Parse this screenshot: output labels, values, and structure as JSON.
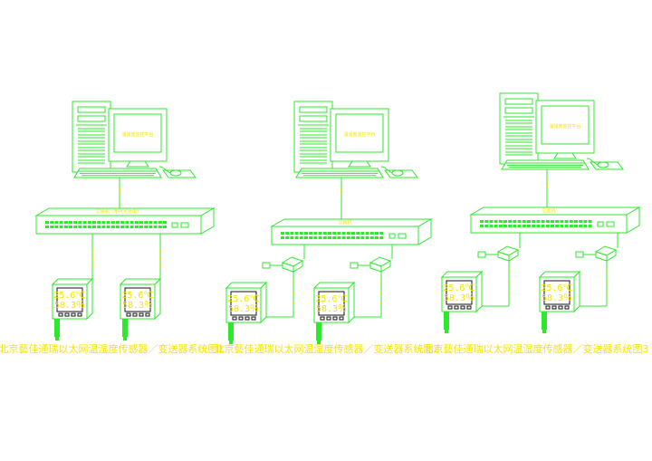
{
  "colors": {
    "line": "#2ee82e",
    "text": "#f5e400",
    "background": "#ffffff"
  },
  "panels": [
    {
      "caption": "北京藝佳通瑞以太网温湿度传感器／变送器系统图1",
      "pc_label": "温湿度监控平台",
      "switch_label": "交换机（带POE供电）",
      "sensors": [
        {
          "temp": "25.6℃",
          "hum": "58.3％"
        },
        {
          "temp": "25.6℃",
          "hum": "58.3％"
        }
      ]
    },
    {
      "caption": "北京藝佳通瑞以太网温湿度传感器／变送器系统图2",
      "pc_label": "温湿度监控平台",
      "switch_label": "交换机",
      "sensors": [
        {
          "temp": "25.6℃",
          "hum": "58.3％"
        },
        {
          "temp": "25.6℃",
          "hum": "58.3％"
        }
      ]
    },
    {
      "caption": "北京藝佳通瑞以太网温湿度传感器／变送器系统图3",
      "pc_label": "温湿度监控平台",
      "switch_label": "交换机",
      "sensors": [
        {
          "temp": "25.6℃",
          "hum": "58.3％"
        },
        {
          "temp": "25.6℃",
          "hum": "58.3％"
        }
      ]
    }
  ]
}
